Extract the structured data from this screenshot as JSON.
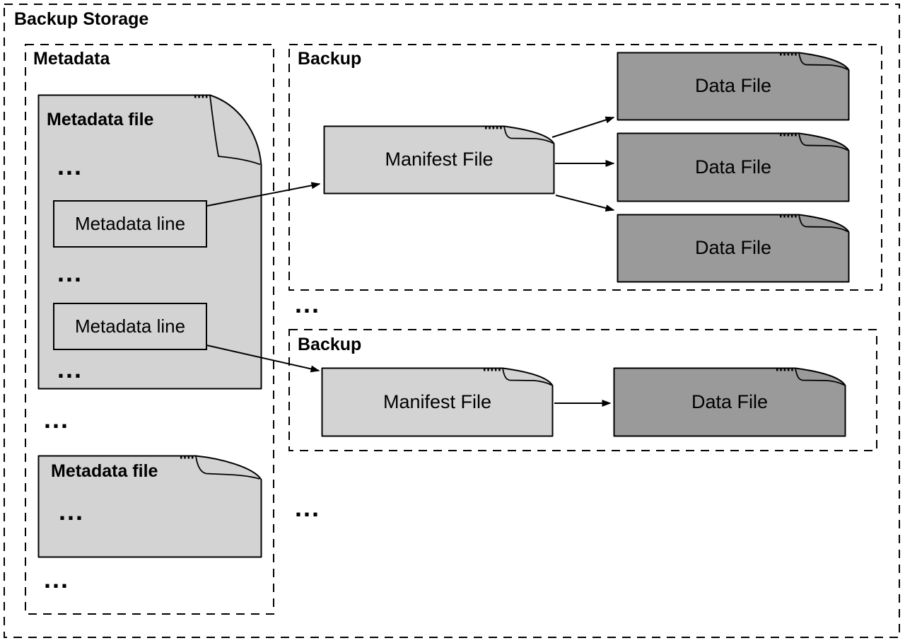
{
  "diagram": {
    "title": "Backup Storage",
    "ellipsis": "...",
    "metadata": {
      "label": "Metadata",
      "files": [
        {
          "title": "Metadata file",
          "lines": [
            "Metadata line",
            "Metadata line"
          ]
        },
        {
          "title": "Metadata file"
        }
      ]
    },
    "backups": [
      {
        "label": "Backup",
        "manifest_label": "Manifest File",
        "data_files": [
          "Data File",
          "Data File",
          "Data File"
        ]
      },
      {
        "label": "Backup",
        "manifest_label": "Manifest File",
        "data_files": [
          "Data File"
        ]
      }
    ],
    "colors": {
      "light_file_fill": "#d3d3d3",
      "dark_file_fill": "#9a9a9a",
      "outline": "#000000",
      "background": "#ffffff"
    }
  }
}
